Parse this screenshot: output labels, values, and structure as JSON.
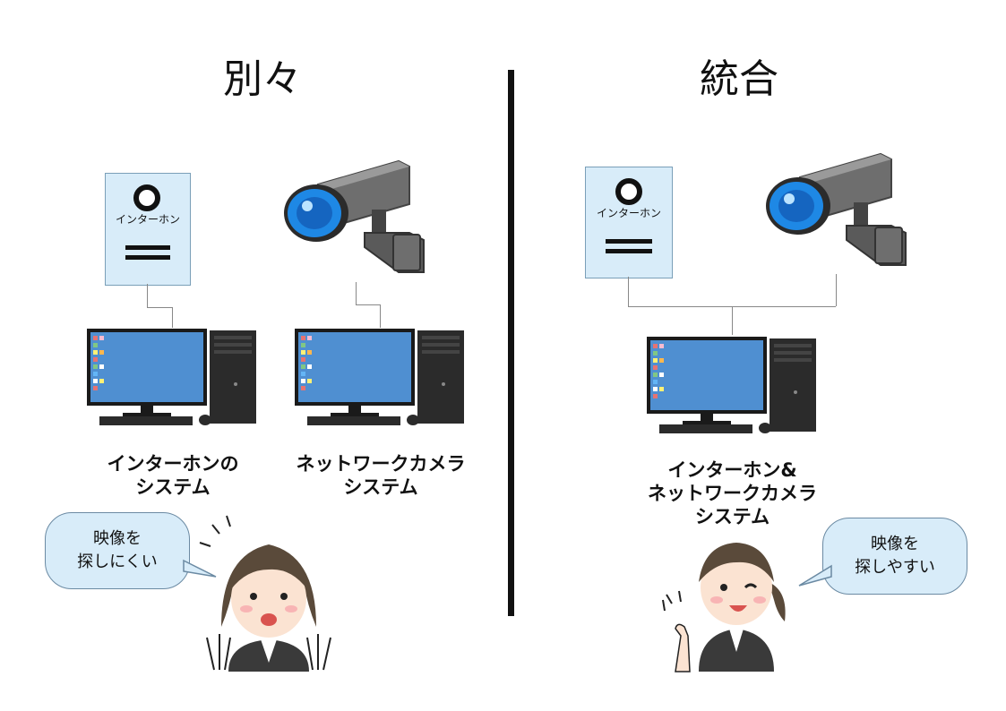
{
  "left": {
    "heading": "別々",
    "intercom_label": "インターホン",
    "caption_left": [
      "インターホンの",
      "システム"
    ],
    "caption_right": [
      "ネットワークカメラ",
      "システム"
    ],
    "speech": [
      "映像を",
      "探しにくい"
    ]
  },
  "right": {
    "heading": "統合",
    "intercom_label": "インターホン",
    "caption": [
      "インターホン&",
      "ネットワークカメラ",
      "システム"
    ],
    "speech": [
      "映像を",
      "探しやすい"
    ]
  },
  "colors": {
    "panel": "#d8ecf9",
    "screen": "#4f8fd1",
    "camera_lens": "#1e88e5",
    "camera_body": "#7a7a7a",
    "tower": "#2b2b2b"
  },
  "icons": [
    "intercom-icon",
    "security-camera-icon",
    "desktop-pc-icon",
    "woman-worried-icon",
    "woman-happy-icon"
  ]
}
